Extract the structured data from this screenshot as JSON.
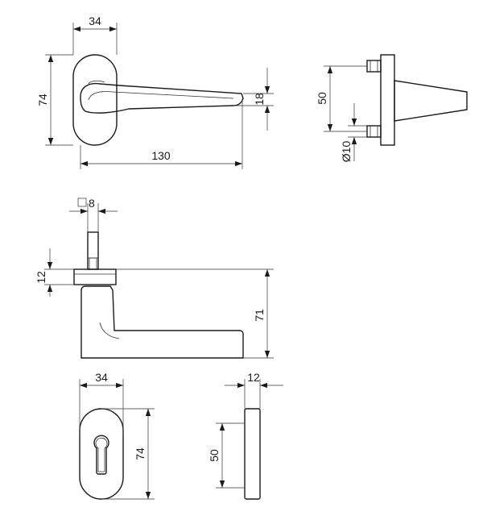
{
  "colors": {
    "line": "#1a1a1a",
    "background": "#ffffff"
  },
  "dimensions": {
    "top_rosette_width": "34",
    "top_rosette_height": "74",
    "lever_thickness": "18",
    "lever_length": "130",
    "side_screw_spacing": "50",
    "side_screw_diameter": "Ø10",
    "spindle_square": "8",
    "rosette_thickness": "12",
    "lever_height": "71",
    "escutcheon_width": "34",
    "escutcheon_height": "74",
    "escutcheon_thickness": "12",
    "escutcheon_screw_spacing": "50"
  },
  "icons": {
    "square_symbol": "square-symbol-icon"
  }
}
